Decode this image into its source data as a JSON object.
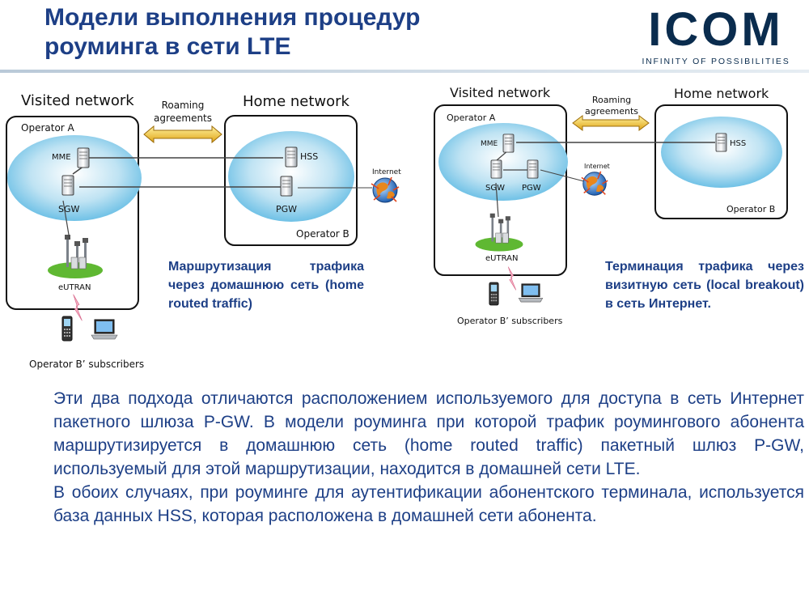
{
  "header": {
    "title_line1": "Модели выполнения процедур",
    "title_line2": "роуминга в сети LTE",
    "logo_text": "ICOM",
    "logo_tagline": "INFINITY OF POSSIBILITIES",
    "brand_color": "#0a2c4e",
    "title_color": "#1d3f86"
  },
  "diagram_left": {
    "visited_label": "Visited network",
    "home_label": "Home network",
    "roaming_label_1": "Roaming",
    "roaming_label_2": "agreements",
    "operator_a": "Operator A",
    "operator_b": "Operator B",
    "mme": "MME",
    "sgw": "SGW",
    "hss": "HSS",
    "pgw": "PGW",
    "internet": "Internet",
    "eutran": "eUTRAN",
    "subscribers": "Operator B’ subscribers"
  },
  "diagram_right": {
    "visited_label": "Visited network",
    "home_label": "Home network",
    "roaming_label_1": "Roaming",
    "roaming_label_2": "agreements",
    "operator_a": "Operator A",
    "operator_b": "Operator B",
    "mme": "MME",
    "sgw": "SGW",
    "pgw": "PGW",
    "hss": "HSS",
    "internet": "Internet",
    "eutran": "eUTRAN",
    "subscribers": "Operator B’ subscribers"
  },
  "captions": {
    "left": "Маршрутизация трафика через домашнюю сеть (home routed traffic)",
    "right": "Терминация трафика через визитную сеть (local breakout) в сеть Интернет."
  },
  "body": {
    "paragraph1": "Эти два подхода отличаются расположением используемого для доступа в сеть Интернет пакетного шлюза P-GW. В модели роуминга при которой трафик роумингового абонента маршрутизируется в домашнюю сеть (home routed traffic) пакетный шлюз P-GW, используемый для этой маршрутизации, находится в домашней сети LTE.",
    "paragraph2": "В обоих случаях, при роуминге для аутентификации абонентского терминала, используется база данных HSS, которая расположена в домашней сети абонента."
  }
}
